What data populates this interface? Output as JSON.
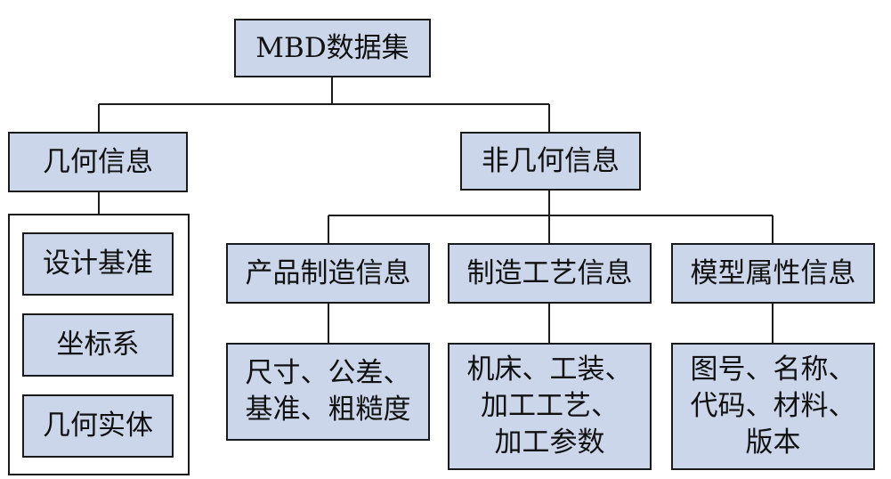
{
  "colors": {
    "box_fill": "#ccd6ea",
    "line": "#1a1a1a",
    "background": "#ffffff"
  },
  "nodes": {
    "root": "MBD数据集",
    "geometric": "几何信息",
    "non_geometric": "非几何信息",
    "geo_items": [
      "设计基准",
      "坐标系",
      "几何实体"
    ],
    "categories": [
      "产品制造信息",
      "制造工艺信息",
      "模型属性信息"
    ],
    "details": [
      "尺寸、公差、\n基准、粗糙度",
      "机床、工装、\n加工工艺、\n加工参数",
      "图号、名称、\n代码、材料、\n版本"
    ]
  }
}
